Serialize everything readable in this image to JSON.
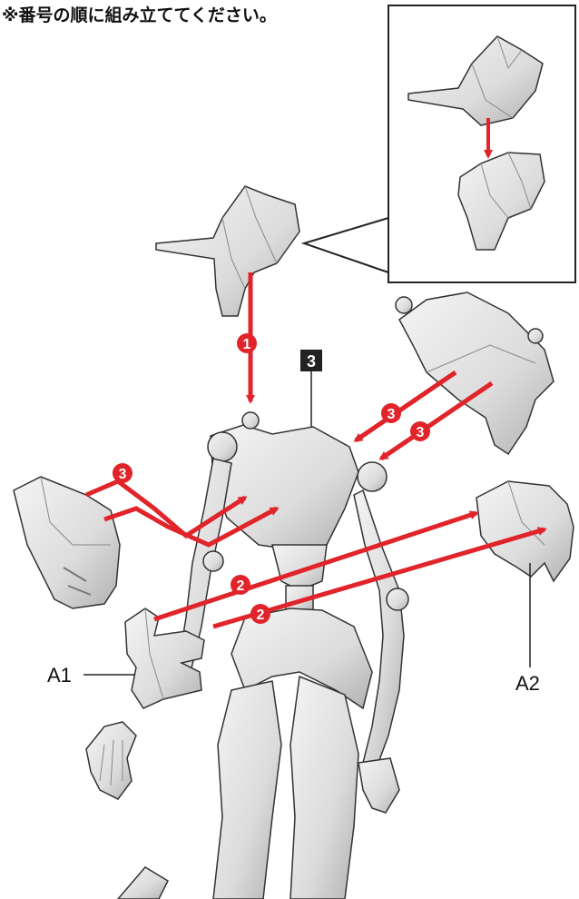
{
  "note": "※番号の順に組み立ててください。",
  "step_markers": {
    "step1": "1",
    "step2": "2",
    "step3": "3"
  },
  "part_labels": {
    "a1": "A1",
    "a2": "A2"
  },
  "colors": {
    "arrow": "#e0242a",
    "part_fill": "#e6e6e6",
    "part_shadow": "#a8a8a8",
    "outline": "#333333"
  }
}
